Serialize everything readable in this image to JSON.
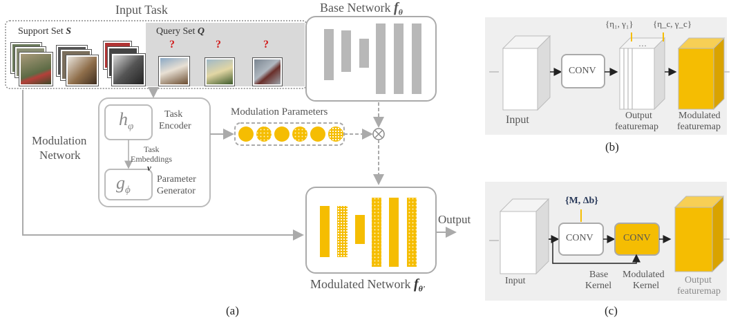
{
  "panel_a": {
    "input_task_title": "Input Task",
    "support_set_label": "Support Set",
    "support_set_symbol": "S",
    "query_set_label": "Query Set",
    "query_set_symbol": "Q",
    "query_marks": [
      "?",
      "?",
      "?"
    ],
    "base_network_label": "Base Network",
    "base_network_symbol": "f",
    "base_network_sub": "θ",
    "modulation_network_label_line1": "Modulation",
    "modulation_network_label_line2": "Network",
    "task_encoder_symbol": "h",
    "task_encoder_sub": "φ",
    "task_encoder_label_line1": "Task",
    "task_encoder_label_line2": "Encoder",
    "task_embeddings_line1": "Task",
    "task_embeddings_line2": "Embeddings",
    "task_embeddings_symbol": "v",
    "param_generator_symbol": "g",
    "param_generator_sub": "ϕ",
    "param_generator_label_line1": "Parameter",
    "param_generator_label_line2": "Generator",
    "modulation_parameters_label": "Modulation Parameters",
    "output_label": "Output",
    "modulated_network_label": "Modulated Network",
    "modulated_network_symbol": "f",
    "modulated_network_sub": "θ'",
    "caption": "(a)"
  },
  "panel_b": {
    "input_label": "Input",
    "conv_label": "CONV",
    "eta1_label": "{η₁, γ₁}",
    "etac_label": "{η_c, γ_c}",
    "dots": "…",
    "output_label_line1": "Output",
    "output_label_line2": "featuremap",
    "modulated_label_line1": "Modulated",
    "modulated_label_line2": "featuremap",
    "caption": "(b)"
  },
  "panel_c": {
    "input_label": "Input",
    "mb_label": "{M, Δb}",
    "conv_label": "CONV",
    "conv_mod_label": "CONV",
    "base_kernel_line1": "Base",
    "base_kernel_line2": "Kernel",
    "modulated_kernel_line1": "Modulated",
    "modulated_kernel_line2": "Kernel",
    "output_label_line1": "Output",
    "output_label_line2": "featuremap",
    "caption": "(c)"
  },
  "colors": {
    "accent_yellow": "#f5bd02",
    "yellow_dark": "#d9a300",
    "box_gray": "#c8c8c8",
    "panel_bg": "#efefef",
    "query_bg": "#d9d9d9",
    "red_mark": "#d11f1f"
  }
}
